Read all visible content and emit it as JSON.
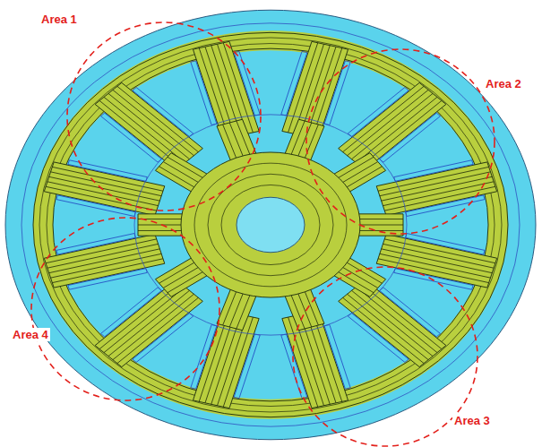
{
  "diagram": {
    "labels": [
      "Area 1",
      "Area 2",
      "Area 3",
      "Area 4"
    ]
  }
}
